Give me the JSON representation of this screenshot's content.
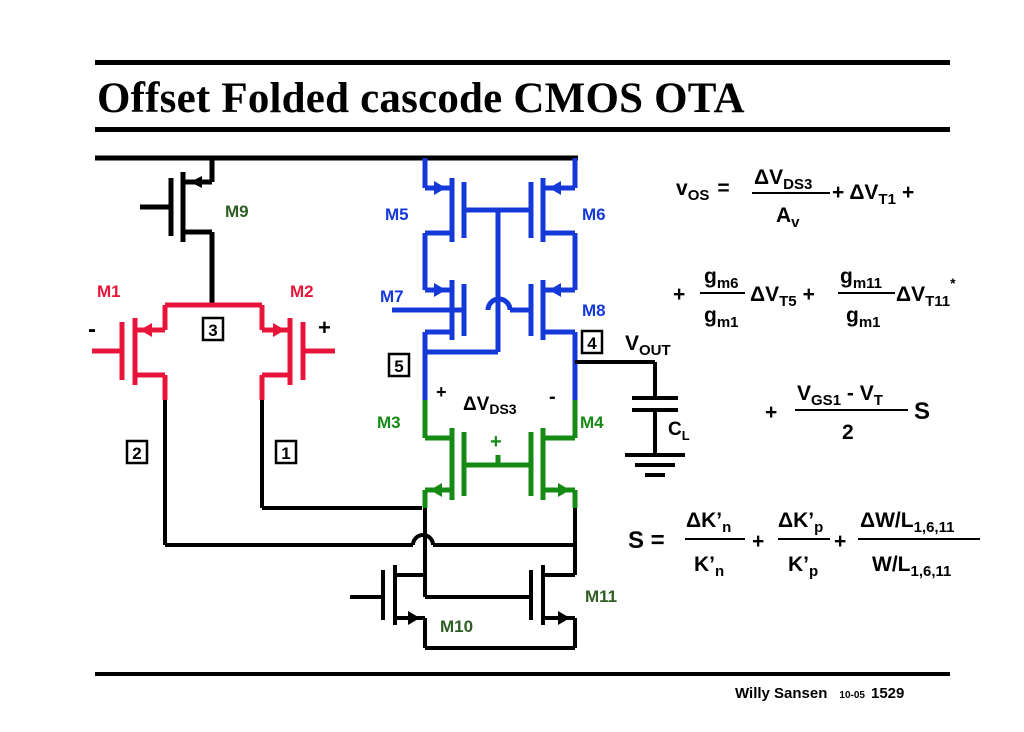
{
  "title": "Offset Folded cascode CMOS OTA",
  "colors": {
    "red": "#e8153a",
    "blue": "#1538d8",
    "green": "#158a15",
    "darkgreen": "#2e5e23",
    "black": "#000000"
  },
  "transistors": {
    "m1": "M1",
    "m2": "M2",
    "m3": "M3",
    "m4": "M4",
    "m5": "M5",
    "m6": "M6",
    "m7": "M7",
    "m8": "M8",
    "m9": "M9",
    "m10": "M10",
    "m11": "M11"
  },
  "nodes": {
    "n1": "1",
    "n2": "2",
    "n3": "3",
    "n4": "4",
    "n5": "5"
  },
  "circuit": {
    "minus": "-",
    "plus": "+",
    "vout": "V",
    "vout_sub": "OUT",
    "cl": "C",
    "cl_sub": "L",
    "dvds3_plus": "+",
    "dvds3_delta": "ΔV",
    "dvds3_sub": "DS3",
    "dvds3_minus": "-",
    "mirror_plus": "+"
  },
  "equations": {
    "vos_v": "v",
    "vos_sub": "OS",
    "eq": "=",
    "f1_num": "ΔV",
    "f1_num_sub": "DS3",
    "f1_den": "A",
    "f1_den_sub": "v",
    "t1": "+ ΔV",
    "t1_sub": "T1",
    "t1_after": "+",
    "plus2": "+",
    "f2_num": "g",
    "f2_num_sub": "m6",
    "f2_den": "g",
    "f2_den_sub": "m1",
    "t5": "ΔV",
    "t5_sub": "T5",
    "plus3": "+",
    "f3_num": "g",
    "f3_num_sub": "m11",
    "f3_den": "g",
    "f3_den_sub": "m1",
    "t11": "ΔV",
    "t11_sub": "T11",
    "star": "*",
    "plus4": "+",
    "f4_num": "V",
    "f4_num_sub": "GS1",
    "f4_num_after": " - V",
    "f4_num_after_sub": "T",
    "f4_den": "2",
    "s_term": "S",
    "s_lhs": "S =",
    "k_n": "ΔK’",
    "k_n_sub": "n",
    "k_n_den": "K’",
    "k_n_den_sub": "n",
    "plus5": "+",
    "k_p": "ΔK’",
    "k_p_sub": "p",
    "k_p_den": "K’",
    "k_p_den_sub": "p",
    "plus6": "+",
    "wl": "ΔW/L",
    "wl_sub": "1,6,11",
    "wl_den": "W/L",
    "wl_den_sub": "1,6,11"
  },
  "footer": {
    "author": "Willy Sansen",
    "code": "10-05",
    "page": "1529"
  }
}
